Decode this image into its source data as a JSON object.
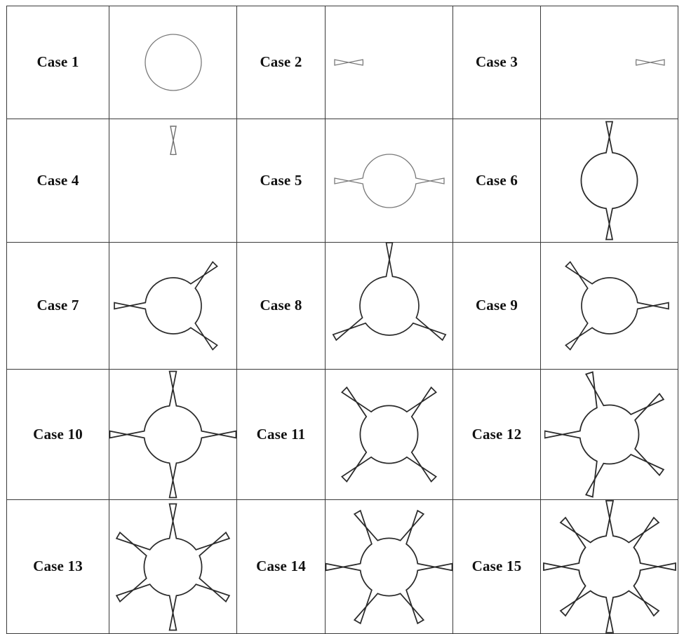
{
  "figure": {
    "title": "Case geometry grid",
    "rows": 5,
    "columns": 6,
    "background_color": "#ffffff",
    "border_color": "#3a3a3a",
    "label_color": "#111111"
  },
  "cases": [
    {
      "id": 1,
      "label": "Case 1",
      "arm_count": 0,
      "arm_angles": [],
      "arm_length": 0,
      "arm_width": 0,
      "circle_radius": 40,
      "stroke_color": "#7a7a7a",
      "stroke_width": 1.3,
      "size": 160,
      "description": "plain circle, no arms"
    },
    {
      "id": 2,
      "label": "Case 2",
      "arm_count": 1,
      "arm_angles": [
        180
      ],
      "arm_length": 40,
      "arm_width": 8,
      "circle_radius": 38,
      "stroke_color": "#7a7a7a",
      "stroke_width": 1.3,
      "size": 160,
      "description": "circle with one arm pointing left"
    },
    {
      "id": 3,
      "label": "Case 3",
      "arm_count": 1,
      "arm_angles": [
        0
      ],
      "arm_length": 40,
      "arm_width": 8,
      "circle_radius": 38,
      "stroke_color": "#7a7a7a",
      "stroke_width": 1.3,
      "size": 160,
      "description": "circle with one arm pointing right"
    },
    {
      "id": 4,
      "label": "Case 4",
      "arm_count": 1,
      "arm_angles": [
        90
      ],
      "arm_length": 40,
      "arm_width": 8,
      "circle_radius": 38,
      "stroke_color": "#6f6f6f",
      "stroke_width": 1.4,
      "size": 170,
      "description": "circle with one arm pointing up"
    },
    {
      "id": 5,
      "label": "Case 5",
      "arm_count": 2,
      "arm_angles": [
        0,
        180
      ],
      "arm_length": 40,
      "arm_width": 8,
      "circle_radius": 38,
      "stroke_color": "#7a7a7a",
      "stroke_width": 1.3,
      "size": 170,
      "description": "circle with two horizontal arms"
    },
    {
      "id": 6,
      "label": "Case 6",
      "arm_count": 2,
      "arm_angles": [
        90,
        270
      ],
      "arm_length": 44,
      "arm_width": 9,
      "circle_radius": 40,
      "stroke_color": "#2b2b2b",
      "stroke_width": 1.8,
      "size": 175,
      "description": "circle with two vertical arms"
    },
    {
      "id": 7,
      "label": "Case 7",
      "arm_count": 3,
      "arm_angles": [
        180,
        45,
        315
      ],
      "arm_length": 44,
      "arm_width": 9,
      "circle_radius": 40,
      "stroke_color": "#2b2b2b",
      "stroke_width": 1.7,
      "size": 170,
      "description": "circle with three arms: left, upper-right, lower-right"
    },
    {
      "id": 8,
      "label": "Case 8",
      "arm_count": 3,
      "arm_angles": [
        90,
        210,
        330
      ],
      "arm_length": 48,
      "arm_width": 9,
      "circle_radius": 42,
      "stroke_color": "#2b2b2b",
      "stroke_width": 1.7,
      "size": 180,
      "description": "circle with three arms in Y arrangement"
    },
    {
      "id": 9,
      "label": "Case 9",
      "arm_count": 3,
      "arm_angles": [
        0,
        135,
        225
      ],
      "arm_length": 44,
      "arm_width": 9,
      "circle_radius": 40,
      "stroke_color": "#2b2b2b",
      "stroke_width": 1.7,
      "size": 170,
      "description": "circle with three arms: right, upper-left, lower-left"
    },
    {
      "id": 10,
      "label": "Case 10",
      "arm_count": 4,
      "arm_angles": [
        0,
        90,
        180,
        270
      ],
      "arm_length": 50,
      "arm_width": 10,
      "circle_radius": 42,
      "stroke_color": "#2b2b2b",
      "stroke_width": 1.8,
      "size": 185,
      "description": "circle with four arms in plus arrangement"
    },
    {
      "id": 11,
      "label": "Case 11",
      "arm_count": 4,
      "arm_angles": [
        45,
        135,
        225,
        315
      ],
      "arm_length": 50,
      "arm_width": 10,
      "circle_radius": 42,
      "stroke_color": "#2b2b2b",
      "stroke_width": 1.8,
      "size": 185,
      "description": "circle with four arms in X arrangement"
    },
    {
      "id": 12,
      "label": "Case 12",
      "arm_count": 5,
      "arm_angles": [
        180,
        108,
        36,
        324,
        252
      ],
      "arm_length": 50,
      "arm_width": 10,
      "circle_radius": 42,
      "stroke_color": "#2b2b2b",
      "stroke_width": 1.8,
      "size": 185,
      "description": "circle with five arms evenly spaced"
    },
    {
      "id": 13,
      "label": "Case 13",
      "arm_count": 6,
      "arm_angles": [
        90,
        30,
        330,
        270,
        210,
        150
      ],
      "arm_length": 50,
      "arm_width": 10,
      "circle_radius": 42,
      "stroke_color": "#2b2b2b",
      "stroke_width": 1.8,
      "size": 185,
      "description": "circle with six arms, vertical pair aligned"
    },
    {
      "id": 14,
      "label": "Case 14",
      "arm_count": 6,
      "arm_angles": [
        0,
        60,
        120,
        180,
        240,
        300
      ],
      "arm_length": 50,
      "arm_width": 10,
      "circle_radius": 42,
      "stroke_color": "#2b2b2b",
      "stroke_width": 1.8,
      "size": 185,
      "description": "circle with six arms, horizontal pair aligned"
    },
    {
      "id": 15,
      "label": "Case 15",
      "arm_count": 8,
      "arm_angles": [
        0,
        45,
        90,
        135,
        180,
        225,
        270,
        315
      ],
      "arm_length": 50,
      "arm_width": 10,
      "circle_radius": 44,
      "stroke_color": "#2b2b2b",
      "stroke_width": 1.8,
      "size": 190,
      "description": "circle with eight arms evenly spaced"
    }
  ],
  "grid_order": [
    [
      0,
      1,
      2
    ],
    [
      3,
      4,
      5
    ],
    [
      6,
      7,
      8
    ],
    [
      9,
      10,
      11
    ],
    [
      12,
      13,
      14
    ]
  ]
}
